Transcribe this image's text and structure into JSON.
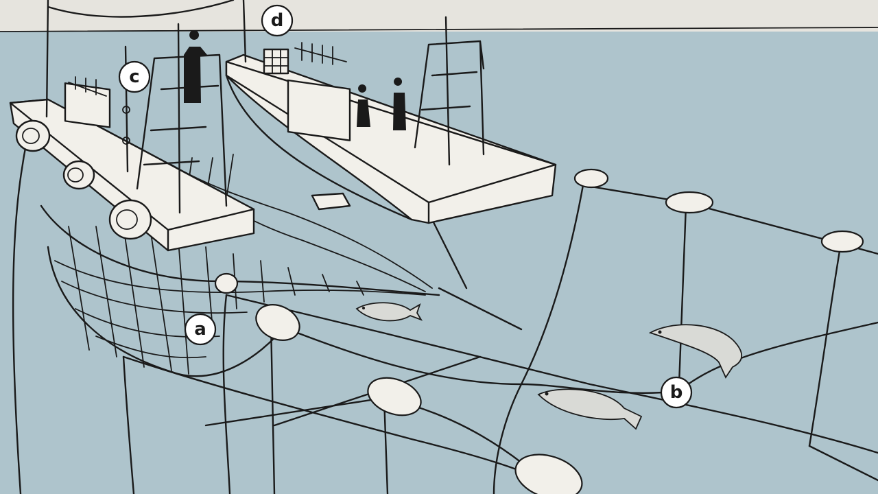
{
  "labels": {
    "a": "a",
    "b": "b",
    "c": "c",
    "d": "d"
  },
  "colors": {
    "sky": "#e6e4de",
    "water": "#aec4cc",
    "ink": "#1a1a1a",
    "paper": "#f2f0ea"
  }
}
